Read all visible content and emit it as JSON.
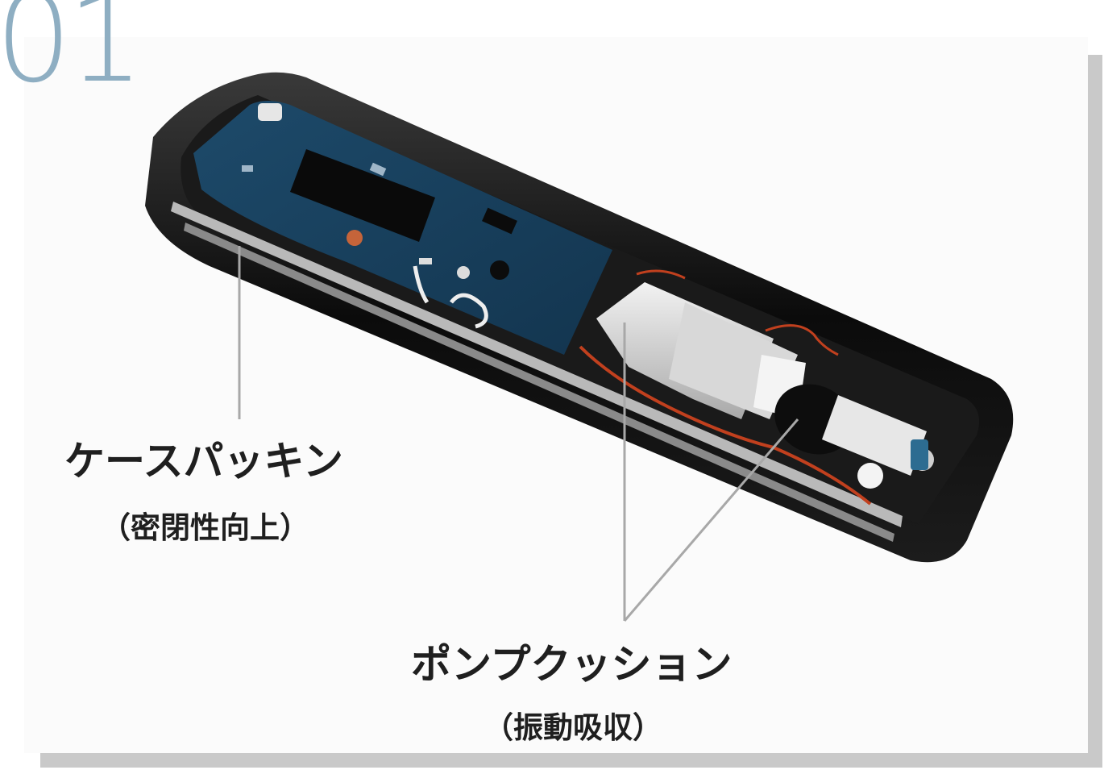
{
  "step": {
    "number": "01"
  },
  "callouts": [
    {
      "label": "ケースパッキン",
      "sub": "（密閉性向上）"
    },
    {
      "label": "ポンプクッション",
      "sub": "（振動吸収）"
    }
  ],
  "colors": {
    "step_number": "#8eaec2",
    "shadow": "#c9c9c9",
    "leader_line": "#a8a8a8",
    "text": "#1f1f1f"
  }
}
